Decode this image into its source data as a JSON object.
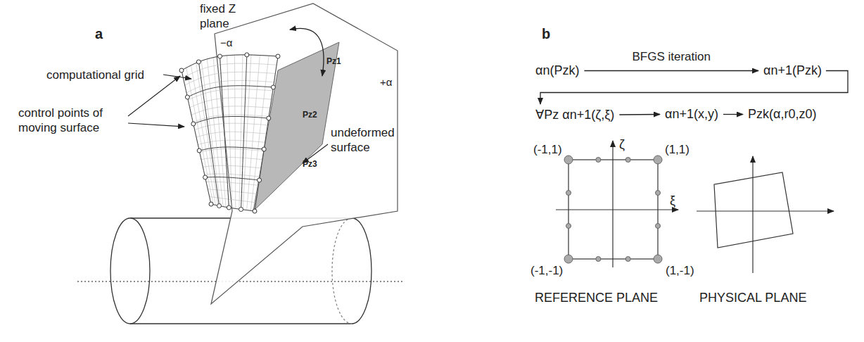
{
  "diagram": {
    "nodes": [
      {
        "text": [
          "αn(Pzk)"
        ]
      },
      {
        "text": [
          "αn+1(Pzk)"
        ]
      },
      {
        "text": [
          "∀Pz αn+1(ζ,ξ)"
        ]
      },
      {
        "text": [
          "αn+1(x,y)"
        ]
      },
      {
        "text": [
          "Pzk(α,r0,z0)"
        ]
      }
    ],
    "edges": [
      {
        "from": 0,
        "to": 1,
        "label": "BFGS iteration",
        "arrow": "to"
      },
      {
        "from": 1,
        "to": 2,
        "arrow": "to"
      },
      {
        "from": 2,
        "to": 3,
        "arrow": "to"
      },
      {
        "from": 3,
        "to": 4,
        "arrow": "to"
      }
    ],
    "labels": [
      "a",
      "b",
      "fixed Z plane",
      "computational grid",
      "control points of moving surface",
      "undeformed surface",
      "Pz1",
      "Pz2",
      "Pz3",
      "−α",
      "+α",
      "(-1,1)",
      "(1,1)",
      "(-1,-1)",
      "(1,-1)",
      "ζ",
      "ξ",
      "REFERENCE PLANE",
      "PHYSICAL PLANE"
    ]
  }
}
